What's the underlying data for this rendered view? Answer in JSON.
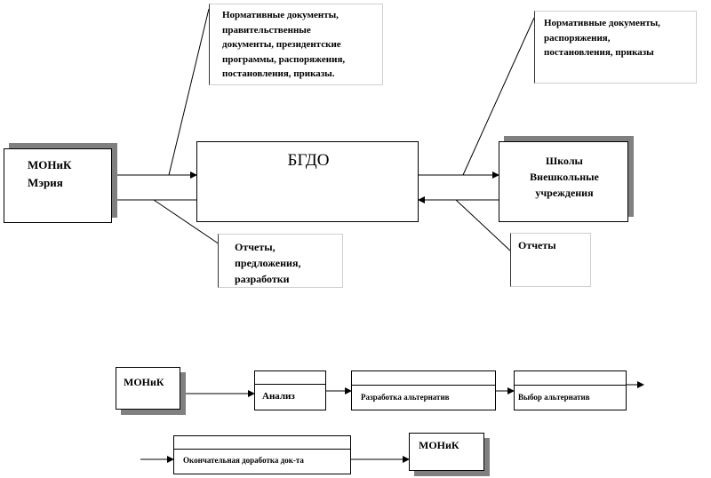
{
  "top": {
    "left_entity": "МОНиК\nМэрия",
    "center_entity": "БГДО",
    "right_entity": "Школы\nВнешкольные\nучреждения",
    "callout_top_left": "Нормативные документы,\nправительственные\nдокументы, президентские\nпрограммы, распоряжения,\nпостановления, приказы.",
    "callout_top_right": "Нормативные документы,\nраспоряжения,\nпостановления, приказы",
    "callout_bottom_left": "Отчеты,\nпредложения,\nразработки",
    "callout_bottom_right": "Отчеты"
  },
  "bottom": {
    "start": "МОНиК",
    "step1": "Анализ",
    "step2": "Разработка альтернатив",
    "step3": "Выбор альтернатив",
    "step4": "Окончательная доработка док-та",
    "end": "МОНиК"
  }
}
